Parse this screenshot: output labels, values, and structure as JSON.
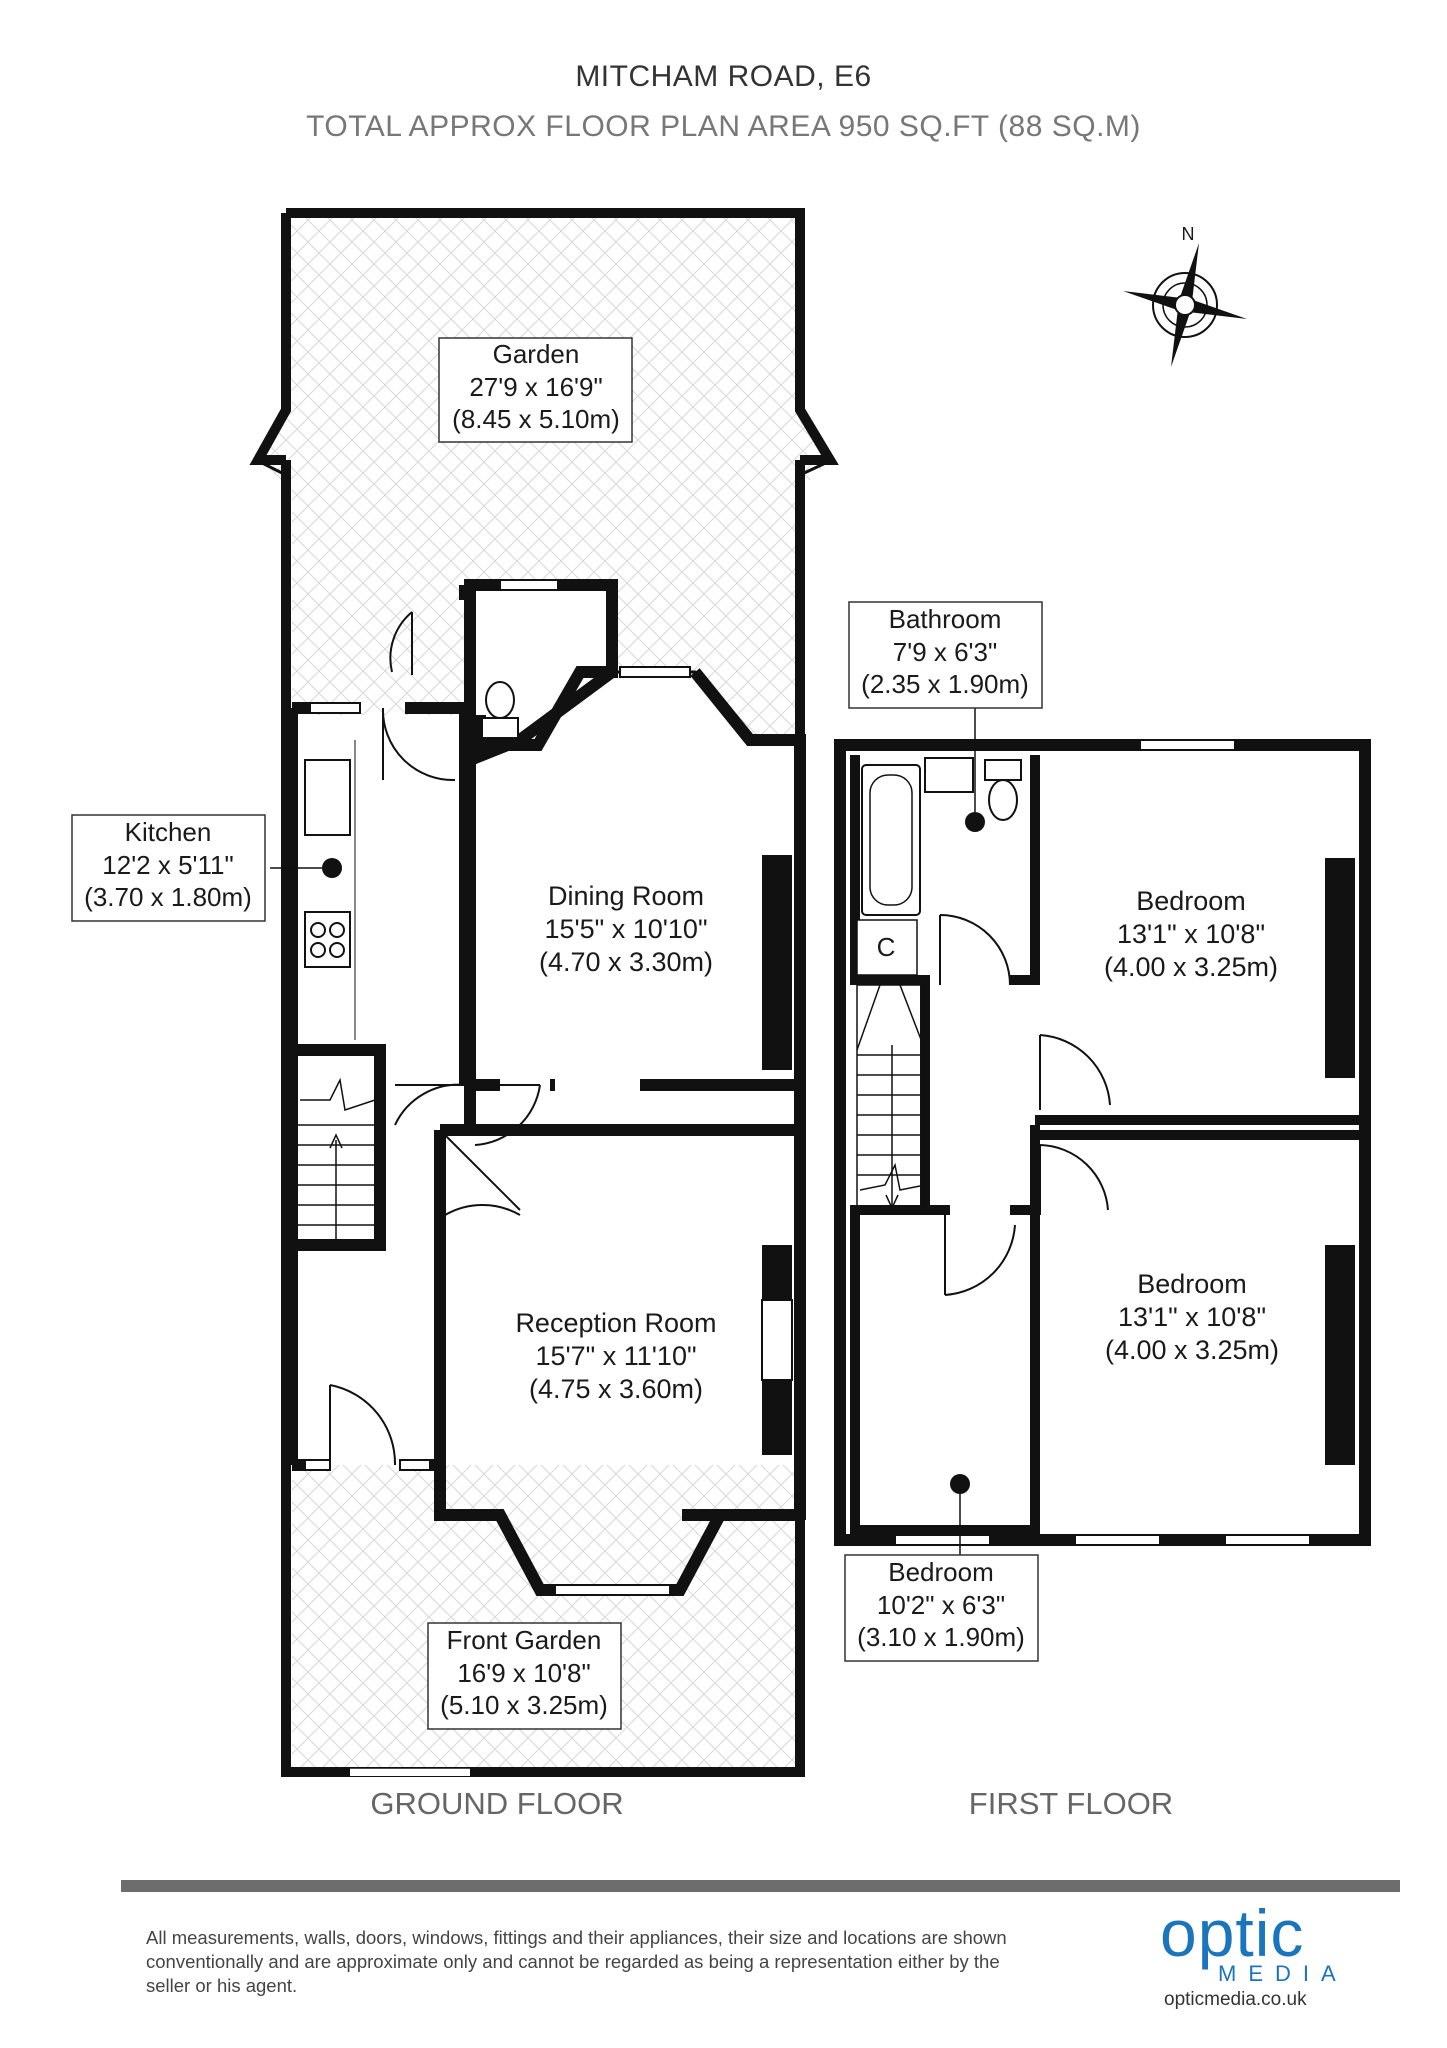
{
  "header": {
    "title": "MITCHAM ROAD, E6",
    "subtitle": "TOTAL APPROX FLOOR PLAN AREA 950 SQ.FT (88 SQ.M)"
  },
  "compass": {
    "north_label": "N"
  },
  "floors": {
    "ground": "GROUND FLOOR",
    "first": "FIRST FLOOR"
  },
  "rooms": {
    "garden": {
      "name": "Garden",
      "imperial": "27'9 x 16'9\"",
      "metric": "(8.45 x 5.10m)"
    },
    "kitchen": {
      "name": "Kitchen",
      "imperial": "12'2 x 5'11\"",
      "metric": "(3.70 x 1.80m)"
    },
    "dining": {
      "name": "Dining Room",
      "imperial": "15'5\" x 10'10\"",
      "metric": "(4.70 x 3.30m)"
    },
    "reception": {
      "name": "Reception Room",
      "imperial": "15'7\" x 11'10\"",
      "metric": "(4.75 x 3.60m)"
    },
    "front_garden": {
      "name": "Front Garden",
      "imperial": "16'9 x 10'8\"",
      "metric": "(5.10 x 3.25m)"
    },
    "bathroom": {
      "name": "Bathroom",
      "imperial": "7'9 x 6'3\"",
      "metric": "(2.35 x 1.90m)"
    },
    "bedroom1": {
      "name": "Bedroom",
      "imperial": "13'1\" x 10'8\"",
      "metric": "(4.00 x 3.25m)"
    },
    "bedroom2": {
      "name": "Bedroom",
      "imperial": "13'1\" x 10'8\"",
      "metric": "(4.00 x 3.25m)"
    },
    "bedroom3": {
      "name": "Bedroom",
      "imperial": "10'2\" x 6'3\"",
      "metric": "(3.10 x 1.90m)"
    }
  },
  "cupboard_label": "C",
  "footer": {
    "disclaimer": "All measurements, walls, doors, windows, fittings and their appliances, their size and locations are shown conventionally and are approximate only and cannot be regarded as being a representation either by the seller or his agent.",
    "logo_main": "optic",
    "logo_sub": "MEDIA",
    "logo_url": "opticmedia.co.uk"
  }
}
